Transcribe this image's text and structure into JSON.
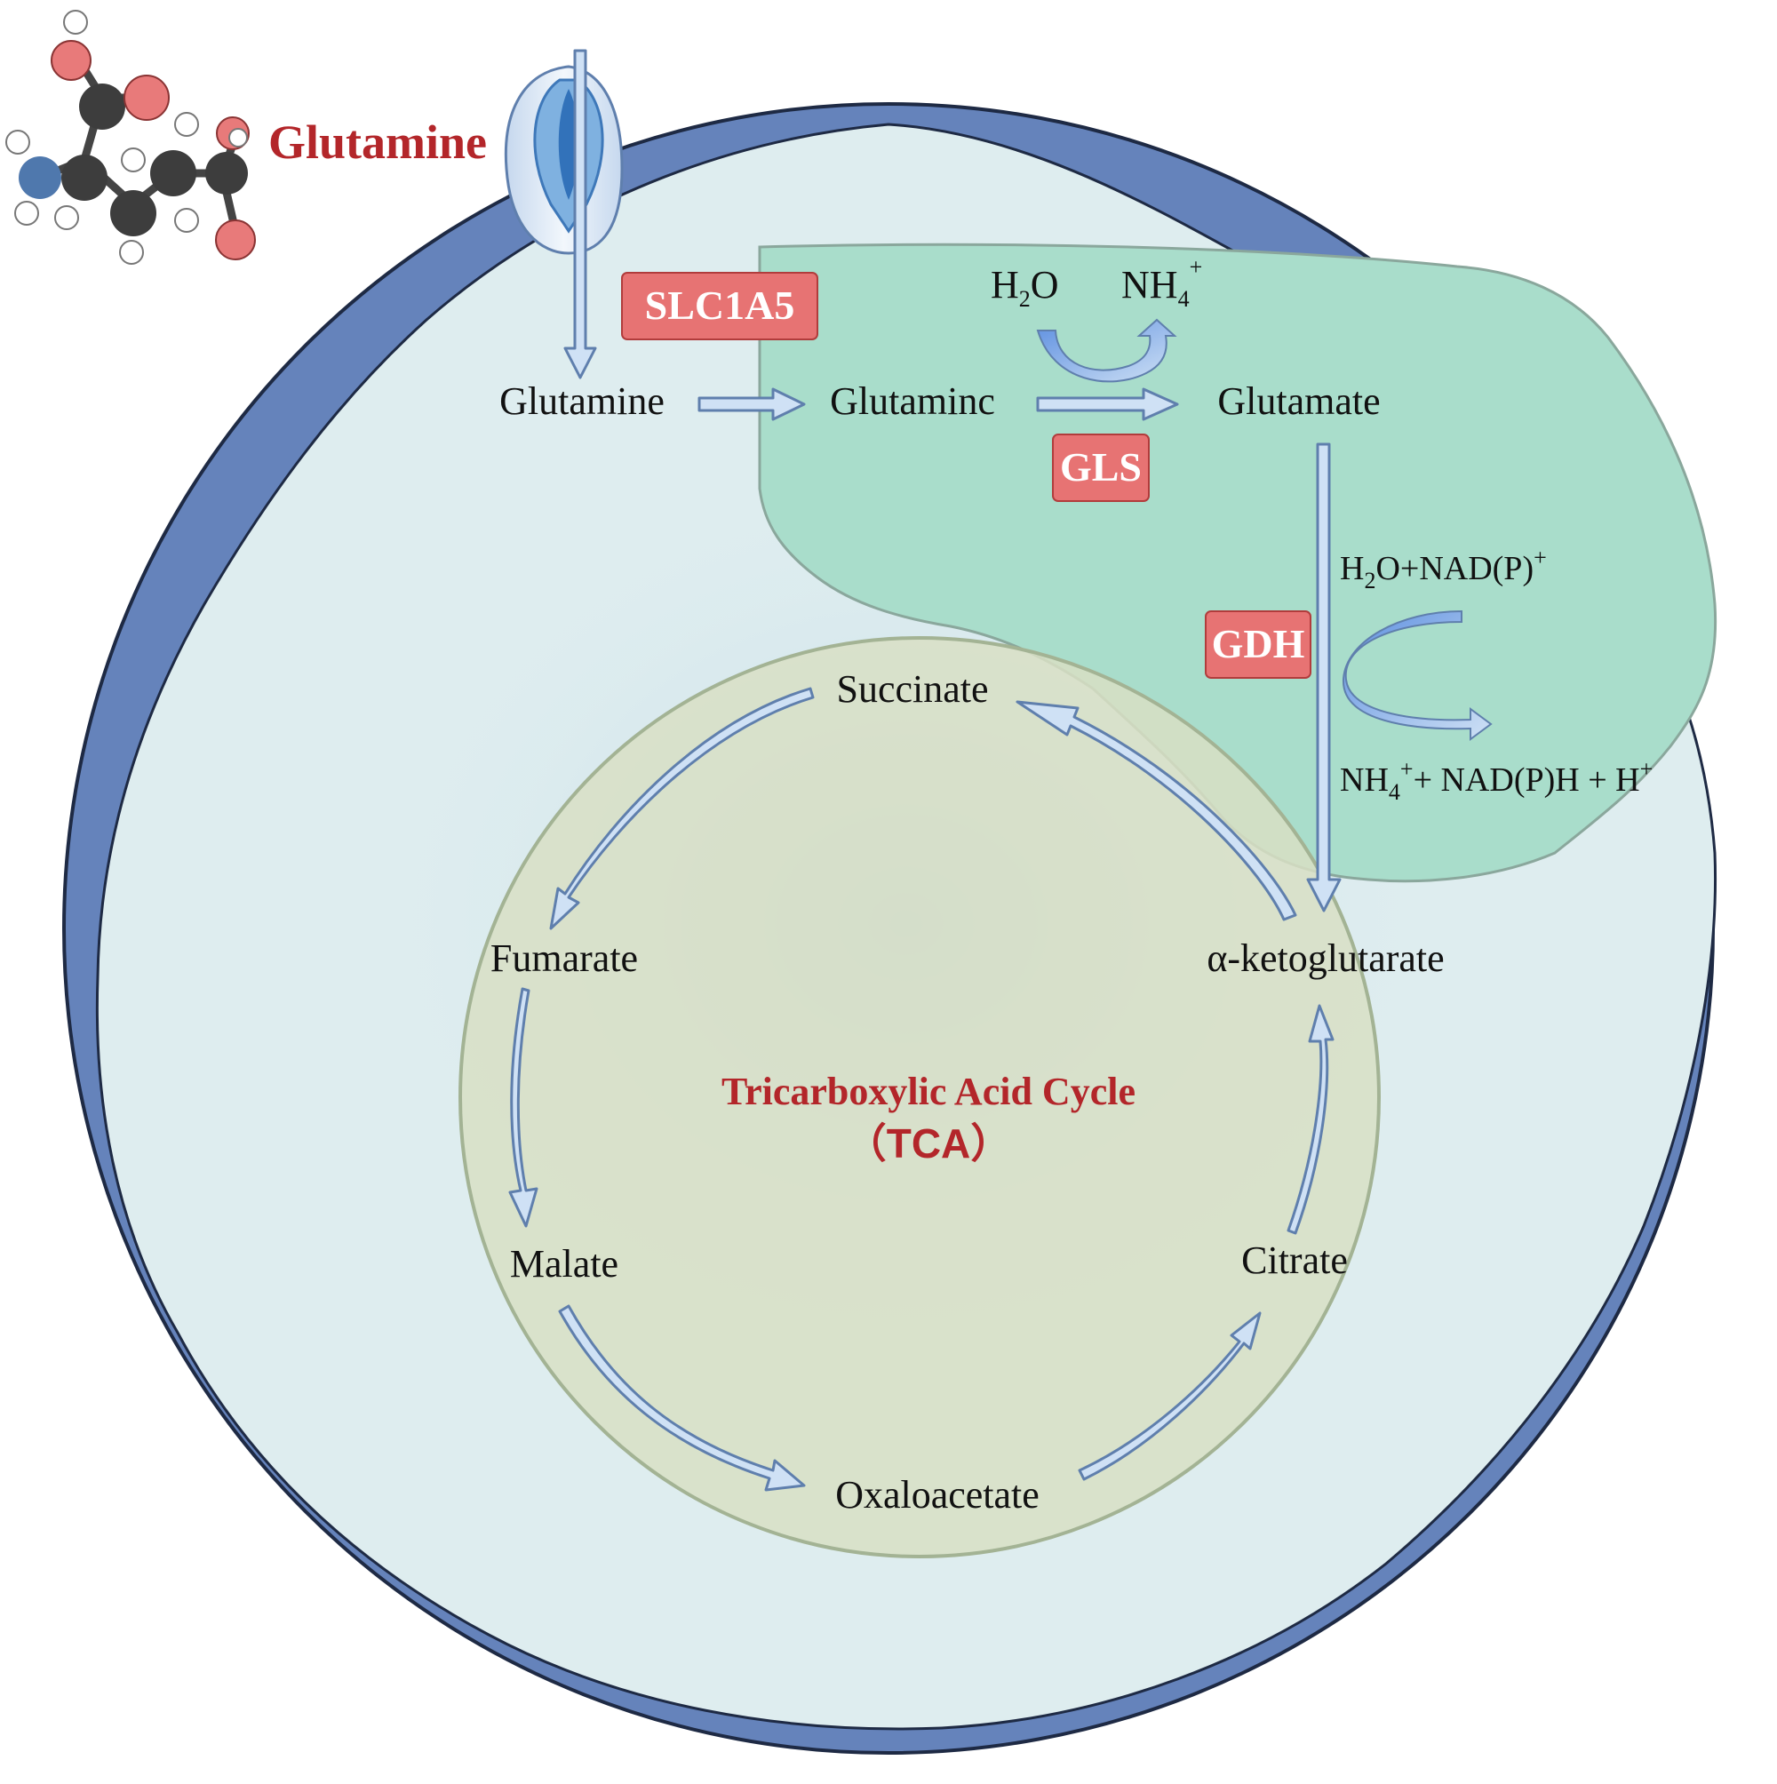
{
  "colors": {
    "membrane": "#6583bb",
    "cytoplasm": "#deedef",
    "mitochondria": "#a9ddcb",
    "tca_circle": "#d8dfc4",
    "enzyme_box": "#e77373",
    "red_text": "#b3262a",
    "arrow_fill": "#cfe1f5",
    "arrow_stroke": "#5f7fad"
  },
  "extracellular": {
    "glutamine_label": "Glutamine"
  },
  "enzymes": {
    "slc1a5": "SLC1A5",
    "gls": "GLS",
    "gdh": "GDH"
  },
  "metabolites": {
    "glutamine_cyto": "Glutamine",
    "glutamine_mito": "Glutaminc",
    "glutamate": "Glutamate",
    "akg": "α-ketoglutarate",
    "succinate": "Succinate",
    "fumarate": "Fumarate",
    "malate": "Malate",
    "oxaloacetate": "Oxaloacetate",
    "citrate": "Citrate"
  },
  "gls_reaction": {
    "reactant_main": "H",
    "reactant_sub": "2",
    "reactant_tail": "O",
    "product_main": "NH",
    "product_sub": "4",
    "product_sup": "+"
  },
  "gdh_reaction": {
    "in_main": "H",
    "in_sub": "2",
    "in_tail": "O+NAD(P)",
    "in_sup": "+",
    "out_main": "NH",
    "out_sub": "4",
    "out_sup": "+",
    "out_tail": "+ NAD(P)H + H",
    "out_sup2": "+"
  },
  "tca": {
    "title": "Tricarboxylic Acid Cycle",
    "abbr": "（TCA）"
  }
}
